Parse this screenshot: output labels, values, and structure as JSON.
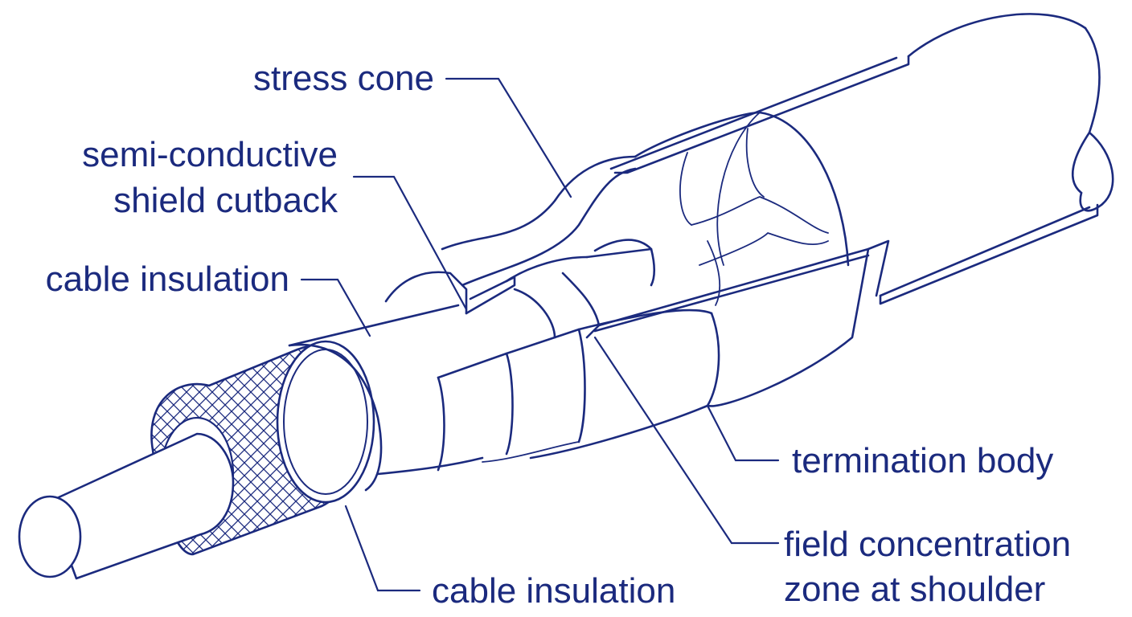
{
  "labels": {
    "stress_cone": "stress cone",
    "semi_conductive_1": "semi-conductive",
    "semi_conductive_2": "shield cutback",
    "cable_insulation_upper": "cable insulation",
    "termination_body": "termination body",
    "field_concentration_1": "field concentration",
    "field_concentration_2": "zone at shoulder",
    "cable_insulation_lower": "cable insulation"
  },
  "colors": {
    "ink": "#1b2a7e",
    "background": "#ffffff"
  }
}
